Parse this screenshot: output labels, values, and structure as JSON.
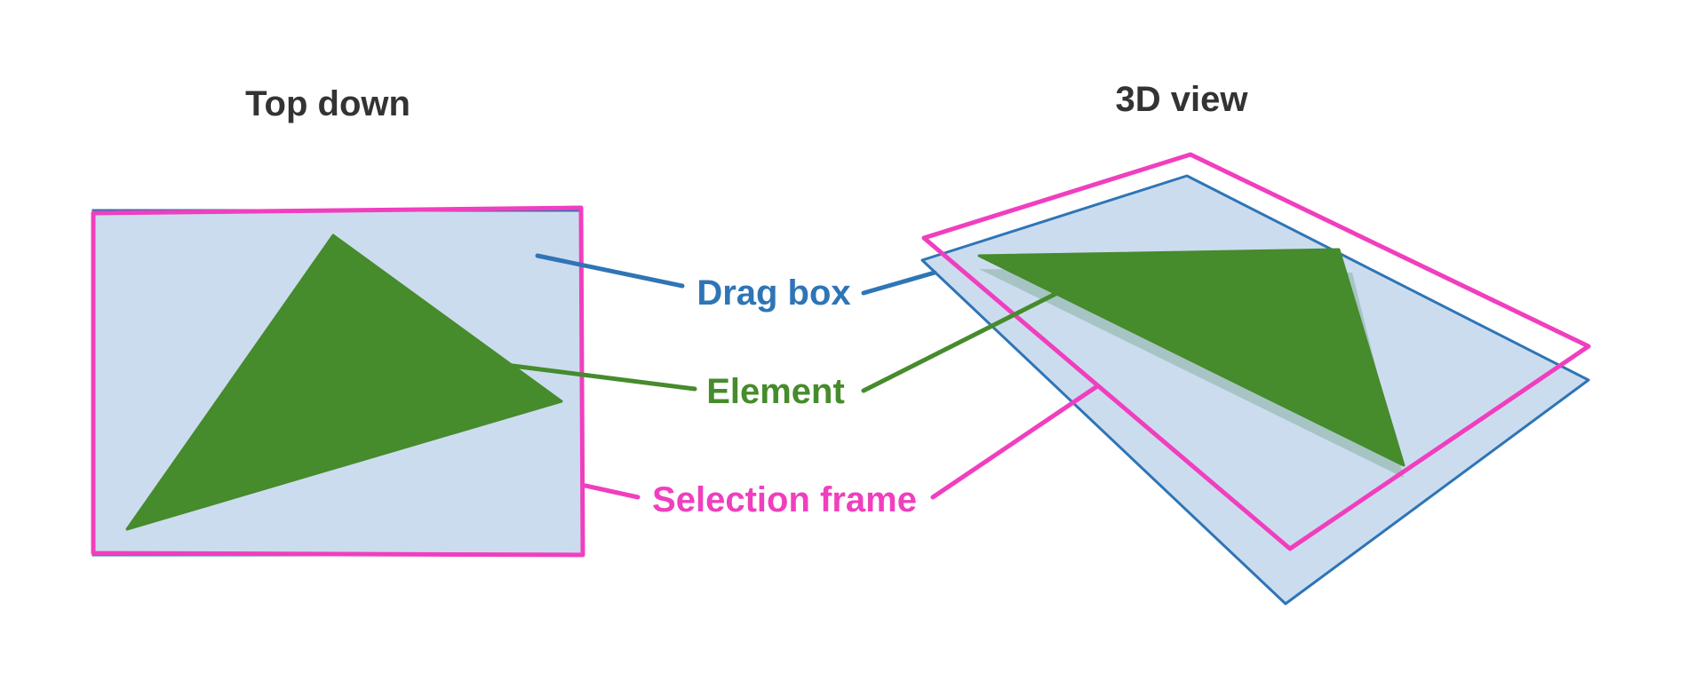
{
  "headings": {
    "top_down": "Top down",
    "three_d": "3D view"
  },
  "labels": {
    "drag_box": "Drag box",
    "element": "Element",
    "selection_frame": "Selection frame"
  },
  "colors": {
    "drag_box": "#2e75b6",
    "drag_box_fill": "#ccdcef",
    "element": "#468b2c",
    "element_shadow": "#a6c4c4",
    "selection_frame": "#f03fbe",
    "heading_text": "#333333"
  }
}
